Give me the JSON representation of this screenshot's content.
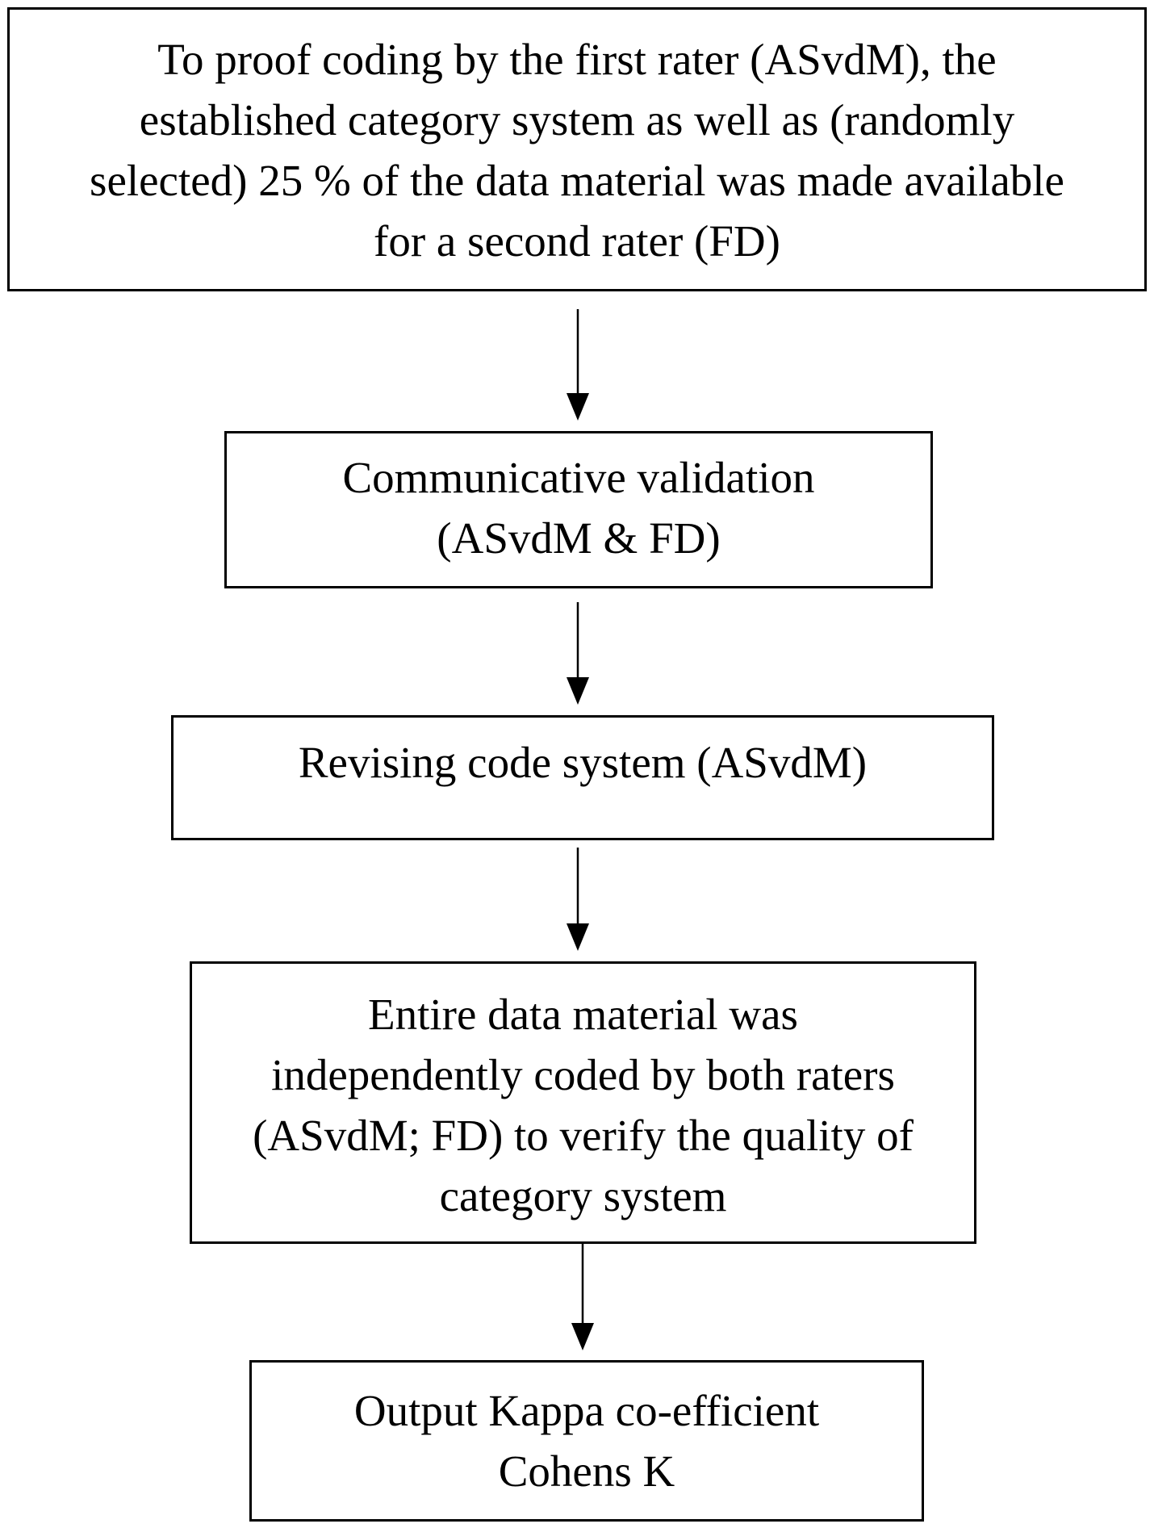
{
  "boxes": [
    {
      "lines": [
        "To proof coding by the first rater (ASvdM), the",
        "established category system as well as (randomly",
        "selected) 25 % of the data material was made available",
        "for a second rater (FD)"
      ]
    },
    {
      "lines": [
        "Communicative validation",
        "(ASvdM & FD)"
      ]
    },
    {
      "lines": [
        "Revising code system (ASvdM)"
      ]
    },
    {
      "lines": [
        "Entire data material was",
        "independently coded by both raters",
        "(ASvdM; FD) to verify the quality of",
        "category system"
      ]
    },
    {
      "lines": [
        "Output Kappa co-efficient",
        "Cohens K"
      ]
    }
  ],
  "colors": {
    "stroke": "#000000",
    "background": "#ffffff"
  }
}
